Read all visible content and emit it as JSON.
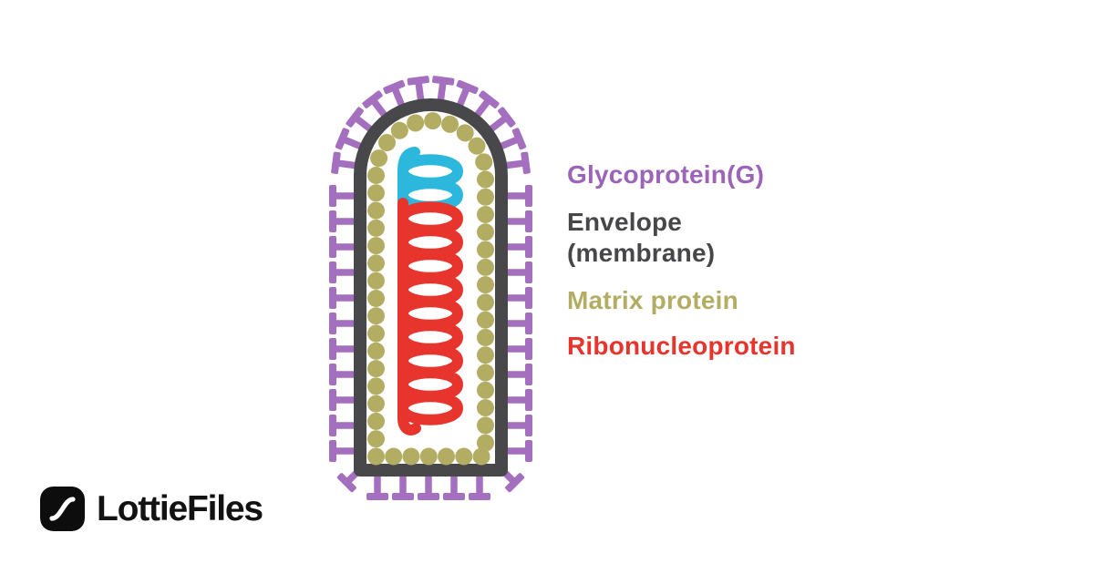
{
  "page": {
    "background_color": "#ffffff",
    "description": "Virus (rhabdovirus) structure diagram with legend"
  },
  "diagram": {
    "name": "virus-structure-diagram",
    "colors": {
      "glycoprotein_spikes": "#a46fbe",
      "envelope_membrane": "#48484a",
      "matrix_protein_dots": "#b3ad64",
      "ribonucleoprotein_coil": "#e7342c",
      "rnp_coil_leader": "#2bb8dc",
      "interior": "#ffffff"
    },
    "labels": {
      "glycoprotein": {
        "text": "Glycoprotein(G)",
        "color": "#9c63b8"
      },
      "envelope": {
        "line1": "Envelope",
        "line2": "(membrane)",
        "color": "#47474a"
      },
      "matrix": {
        "text": "Matrix protein",
        "color": "#b3ad64"
      },
      "ribonucleoprotein": {
        "text": "Ribonucleoprotein",
        "color": "#e7342c"
      }
    }
  },
  "branding": {
    "logo_text": "LottieFiles",
    "logo_icon": "lottie-s-curve-icon",
    "logo_text_color": "#121212",
    "logo_bg_color": "#0d0d0d",
    "logo_glyph_color": "#ffffff"
  }
}
